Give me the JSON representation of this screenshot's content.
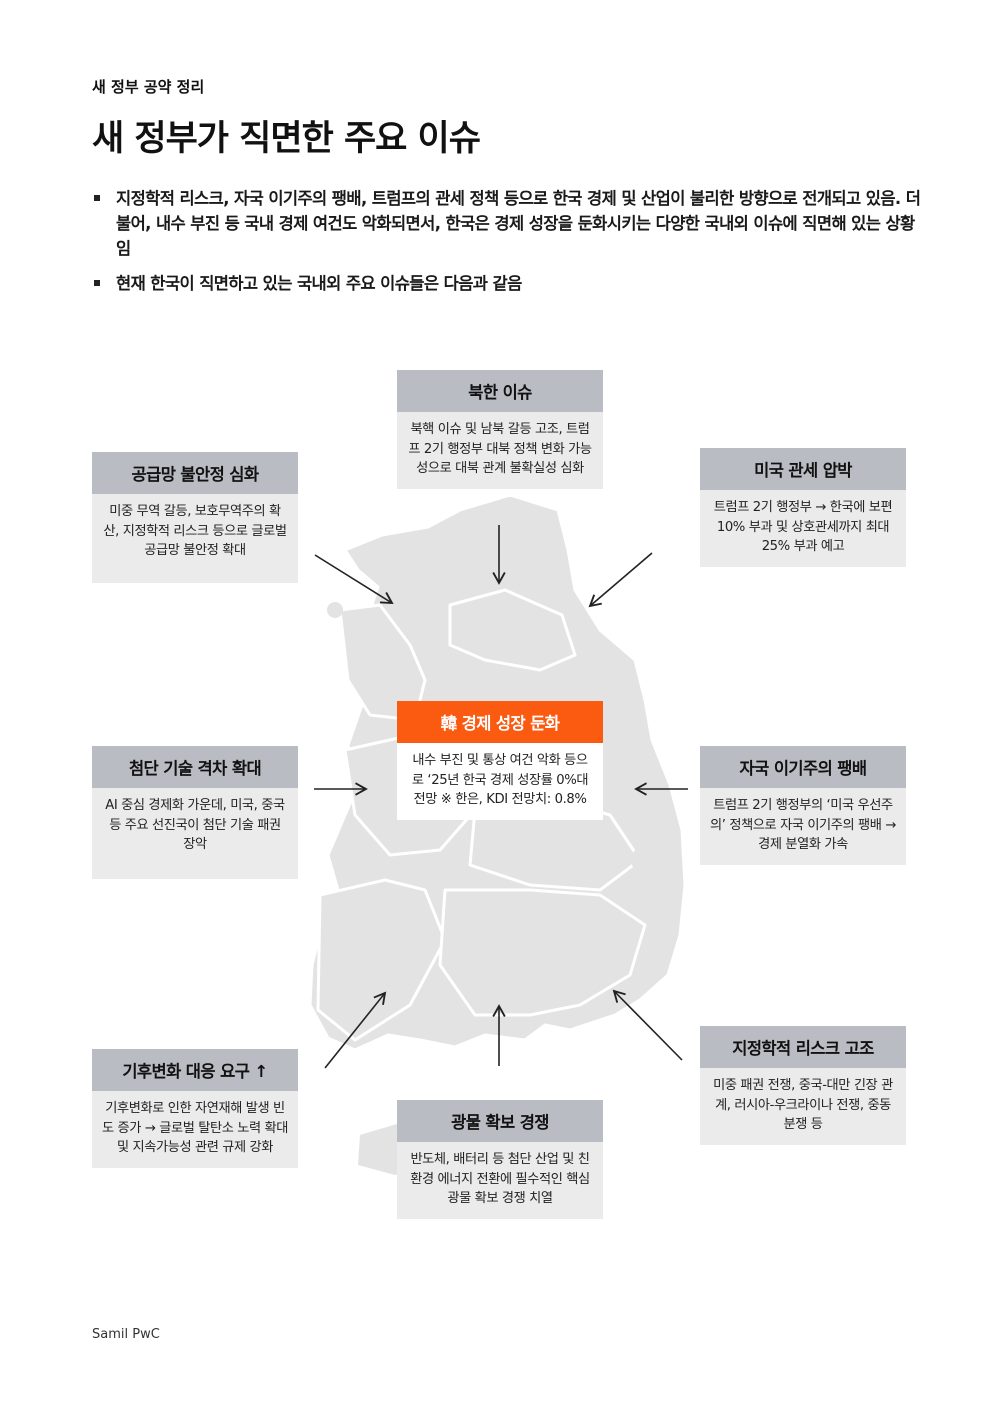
{
  "header": {
    "section_label": "새 정부 공약 정리",
    "title": "새 정부가 직면한 주요 이슈"
  },
  "bullets": [
    "지정학적 리스크, 자국 이기주의 팽배, 트럼프의 관세 정책 등으로 한국 경제 및 산업이 불리한 방향으로 전개되고 있음. 더불어, 내수 부진 등 국내 경제 여건도 악화되면서, 한국은 경제 성장을 둔화시키는 다양한 국내외 이슈에 직면해 있는 상황임",
    "현재 한국이 직면하고 있는 국내외 주요 이슈들은 다음과 같음"
  ],
  "issues": {
    "north_korea": {
      "title": "북한 이슈",
      "body": "북핵 이슈 및 남북 갈등 고조, 트럼프 2기 행정부 대북 정책 변화 가능성으로 대북 관계 불확실성 심화"
    },
    "supply_chain": {
      "title": "공급망 불안정 심화",
      "body": "미중 무역 갈등, 보호무역주의 확산, 지정학적 리스크 등으로 글로벌 공급망 불안정 확대"
    },
    "us_tariff": {
      "title": "미국 관세 압박",
      "body": "트럼프 2기 행정부 → 한국에 보편 10% 부과 및 상호관세까지 최대 25% 부과 예고"
    },
    "center": {
      "title": "韓 경제 성장 둔화",
      "body": "내수 부진 및 통상 여건 악화 등으로 ‘25년 한국 경제 성장률 0%대 전망 ※ 한은, KDI 전망치: 0.8%"
    },
    "tech_gap": {
      "title": "첨단 기술 격차 확대",
      "body": "AI 중심 경제화 가운데, 미국, 중국 등 주요 선진국이 첨단 기술 패권 장악"
    },
    "nationalism": {
      "title": "자국 이기주의 팽배",
      "body": "트럼프 2기 행정부의 ‘미국 우선주의’ 정책으로 자국 이기주의 팽배 → 경제 분열화 가속"
    },
    "climate": {
      "title": "기후변화 대응 요구 ↑",
      "body": "기후변화로 인한 자연재해 발생 빈도 증가 → 글로벌 탈탄소 노력 확대 및 지속가능성 관련 규제 강화"
    },
    "minerals": {
      "title": "광물 확보 경쟁",
      "body": "반도체, 배터리 등 첨단 산업 및 친환경 에너지 전환에 필수적인 핵심 광물 확보 경쟁 치열"
    },
    "geopolitics": {
      "title": "지정학적 리스크 고조",
      "body": "미중 패권 전쟁, 중국-대만 긴장 관계, 러시아-우크라이나 전쟁, 중동 분쟁 등"
    }
  },
  "footer": {
    "source": "Samil PwC"
  },
  "colors": {
    "accent": "#fb5a11",
    "box_header": "#b9bcc3",
    "box_body": "#ebebeb",
    "map": "#e3e3e3"
  }
}
